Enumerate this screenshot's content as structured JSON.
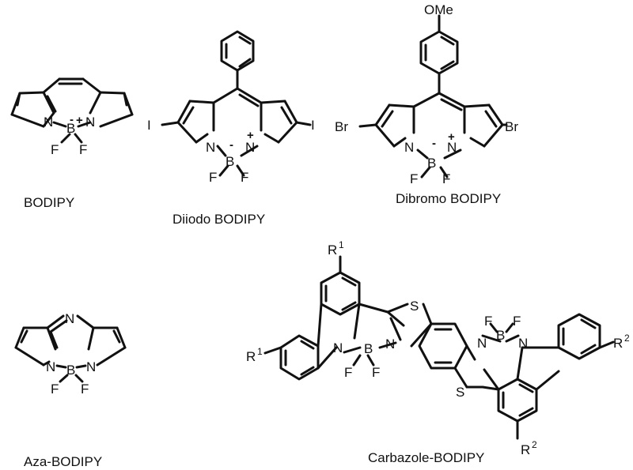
{
  "labels": {
    "bodipy": "BODIPY",
    "diiodo": "Diiodo BODIPY",
    "dibromo": "Dibromo BODIPY",
    "aza": "Aza-BODIPY",
    "carbazole": "Carbazole-BODIPY"
  },
  "atoms": {
    "nitrogen": "N",
    "boron": "B",
    "fluorine": "F",
    "iodine": "I",
    "bromine": "Br",
    "sulfur": "S",
    "methoxy": "OMe",
    "r": "R"
  },
  "charges": {
    "minus": "-",
    "plus": "+"
  },
  "superscripts": {
    "one": "1",
    "two": "2"
  }
}
